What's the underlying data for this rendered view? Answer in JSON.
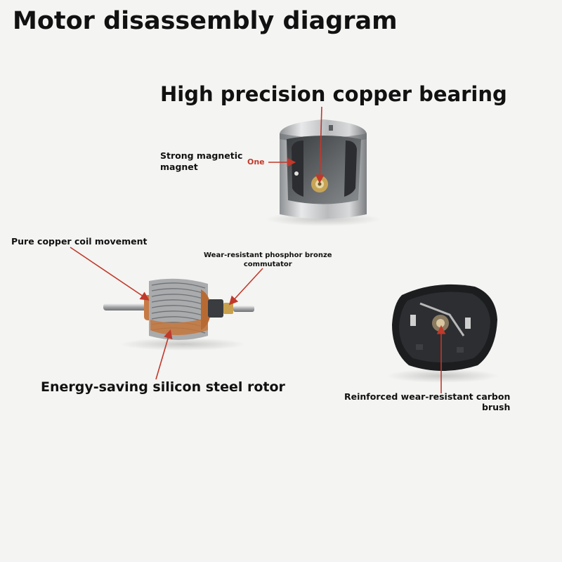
{
  "title": "Motor disassembly diagram",
  "labels": {
    "bearing": "High precision copper bearing",
    "magnet": [
      "Strong magnetic",
      "magnet"
    ],
    "one": "One",
    "coil": "Pure copper coil movement",
    "commutator": [
      "Wear-resistant phosphor bronze",
      "commutator"
    ],
    "rotor": "Energy-saving silicon steel rotor",
    "brush": [
      "Reinforced wear-resistant carbon",
      "brush"
    ]
  },
  "colors": {
    "background": "#f4f4f2",
    "pointer": "#c0392b",
    "text": "#111111",
    "one_text": "#c0392b"
  },
  "icons": [
    "motor-housing-icon",
    "rotor-icon",
    "end-cap-icon"
  ]
}
